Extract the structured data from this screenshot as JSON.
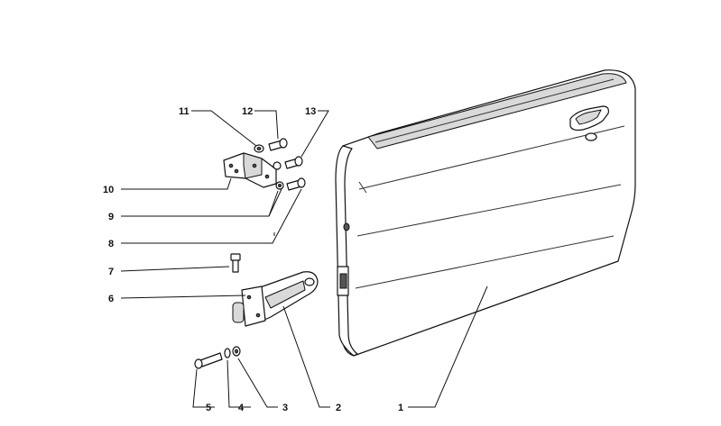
{
  "diagram": {
    "colors": {
      "ink": "#111111",
      "paper": "#ffffff",
      "shade": "#d9d9d9"
    },
    "callouts": [
      {
        "id": "1",
        "label": "1"
      },
      {
        "id": "2",
        "label": "2"
      },
      {
        "id": "3",
        "label": "3"
      },
      {
        "id": "4",
        "label": "4"
      },
      {
        "id": "5",
        "label": "5"
      },
      {
        "id": "6",
        "label": "6"
      },
      {
        "id": "7",
        "label": "7"
      },
      {
        "id": "8",
        "label": "8"
      },
      {
        "id": "9",
        "label": "9"
      },
      {
        "id": "10",
        "label": "10"
      },
      {
        "id": "11",
        "label": "11"
      },
      {
        "id": "12",
        "label": "12"
      },
      {
        "id": "13",
        "label": "13"
      }
    ]
  }
}
